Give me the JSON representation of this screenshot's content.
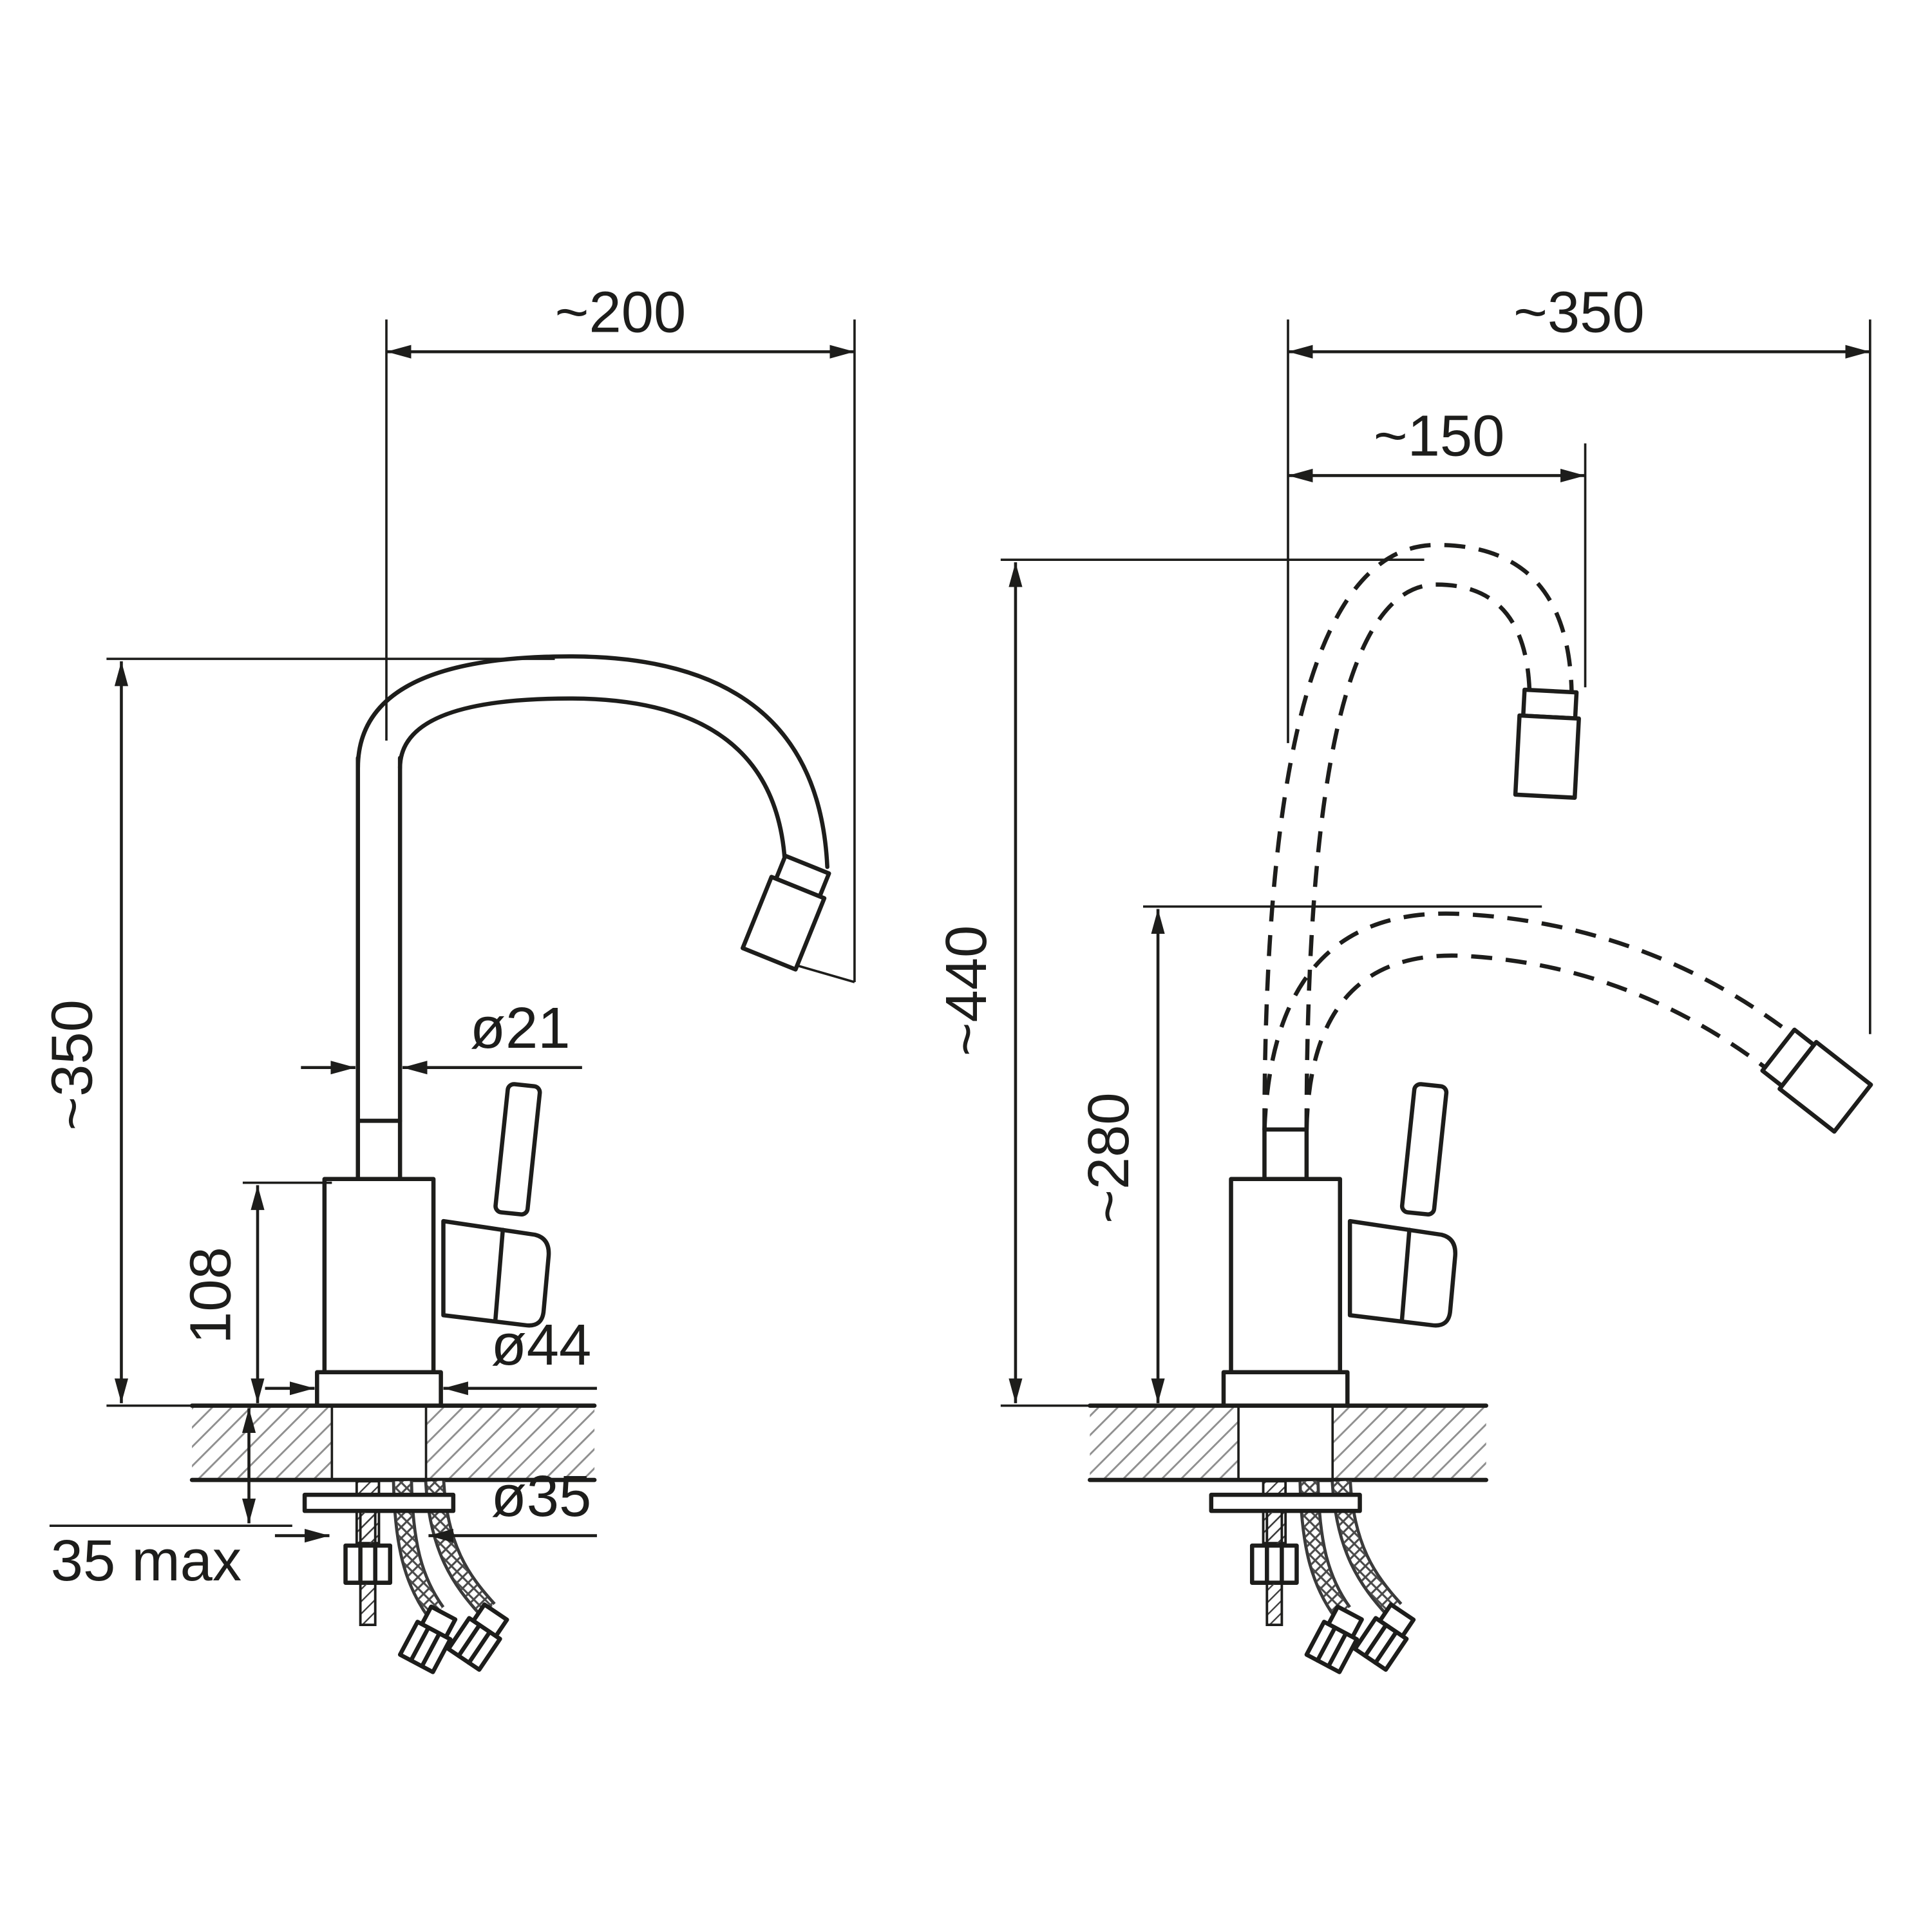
{
  "drawing": {
    "title": "faucet-dimension-drawing",
    "left": {
      "dim_width": "~200",
      "dim_height": "~350",
      "dim_spout_diameter": "ø21",
      "dim_body_height": "108",
      "dim_base_diameter": "ø44",
      "dim_hole_diameter": "ø35",
      "dim_max_thickness": "35 max"
    },
    "right": {
      "dim_width": "~350",
      "dim_reach": "~150",
      "dim_height_total": "~440",
      "dim_height_spout": "~280"
    }
  }
}
